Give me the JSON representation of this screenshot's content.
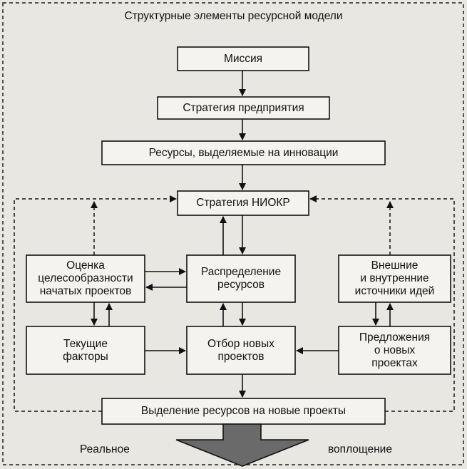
{
  "diagram": {
    "title": "Структурные элементы ресурсной модели",
    "nodes": {
      "mission": "Миссия",
      "strategy": "Стратегия предприятия",
      "resources": "Ресурсы, выделяемые на инновации",
      "rnd": "Стратегия НИОКР",
      "evaluation": "Оценка\nцелесообразности\nначатых проектов",
      "distribution": "Распределение\nресурсов",
      "sources": "Внешние\nи внутренние\nисточники идей",
      "factors": "Текущие\nфакторы",
      "selection": "Отбор новых\nпроектов",
      "proposals": "Предложения\nо новых\nпроектах",
      "allocation": "Выделение ресурсов на новые проекты"
    },
    "bottom_left": "Реальное",
    "bottom_right": "воплощение"
  }
}
